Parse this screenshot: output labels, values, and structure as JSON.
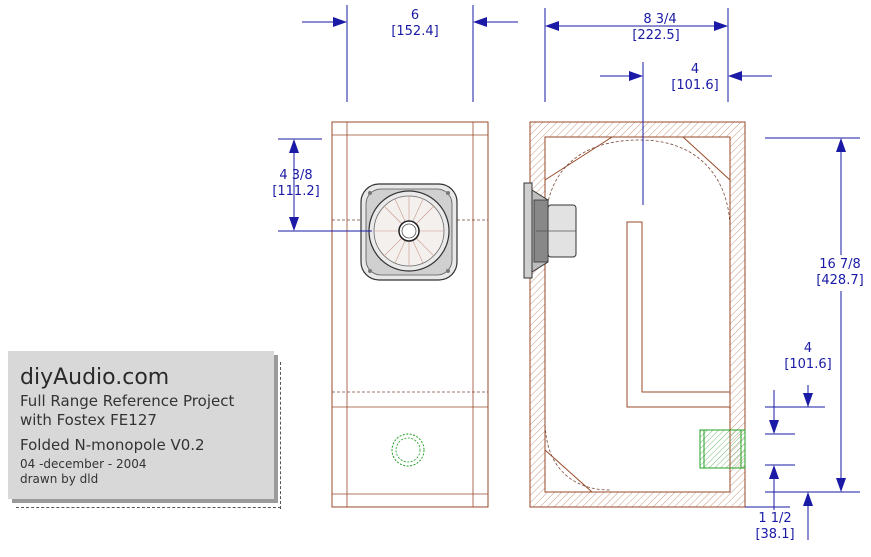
{
  "title_block": {
    "site": "diyAudio.com",
    "project_line1": "Full Range Reference Project",
    "project_line2": "with Fostex FE127",
    "design": "Folded N-monopole V0.2",
    "date": "04 -december - 2004",
    "author": "drawn by dld"
  },
  "dimensions": {
    "front_width": {
      "imperial": "6",
      "metric": "[152.4]"
    },
    "side_depth": {
      "imperial": "8 3/4",
      "metric": "[222.5]"
    },
    "baffle_offset": {
      "imperial": "4",
      "metric": "[101.6]"
    },
    "driver_height": {
      "imperial": "4 3/8",
      "metric": "[111.2]"
    },
    "total_height": {
      "imperial": "16 7/8",
      "metric": "[428.7]"
    },
    "port_height": {
      "imperial": "4",
      "metric": "[101.6]"
    },
    "port_bottom": {
      "imperial": "1 1/2",
      "metric": "[38.1]"
    }
  },
  "colors": {
    "dimension": "#1a1aa6",
    "wood": "#9a4a2a",
    "port": "#22a022",
    "card": "#d8d8d8"
  }
}
